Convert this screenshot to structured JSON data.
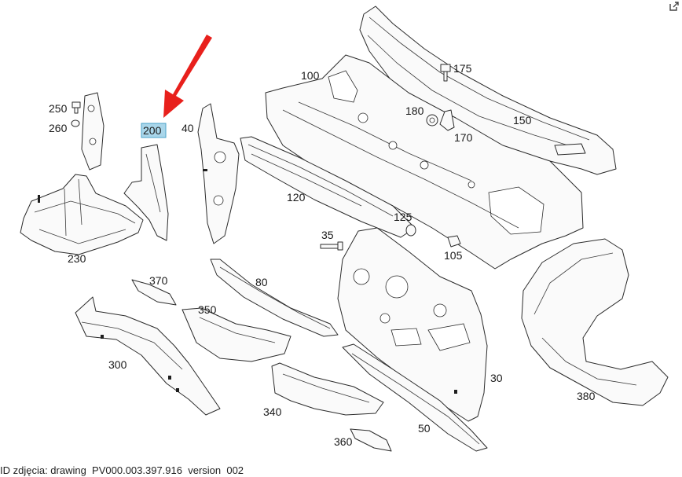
{
  "callouts": {
    "c100": "100",
    "c175": "175",
    "c180": "180",
    "c150": "150",
    "c170": "170",
    "c250": "250",
    "c260": "260",
    "c200": "200",
    "c40": "40",
    "c120": "120",
    "c125": "125",
    "c35": "35",
    "c105": "105",
    "c230": "230",
    "c370": "370",
    "c80": "80",
    "c350": "350",
    "c300": "300",
    "c30": "30",
    "c380": "380",
    "c340": "340",
    "c50": "50",
    "c360": "360"
  },
  "highlight_color": "#a9d6ea",
  "arrow_color": "#e8201c",
  "caption": "ID zdjęcia: drawing  PV000.003.397.916  version  002",
  "icons": {
    "corner": "external-link-icon"
  }
}
